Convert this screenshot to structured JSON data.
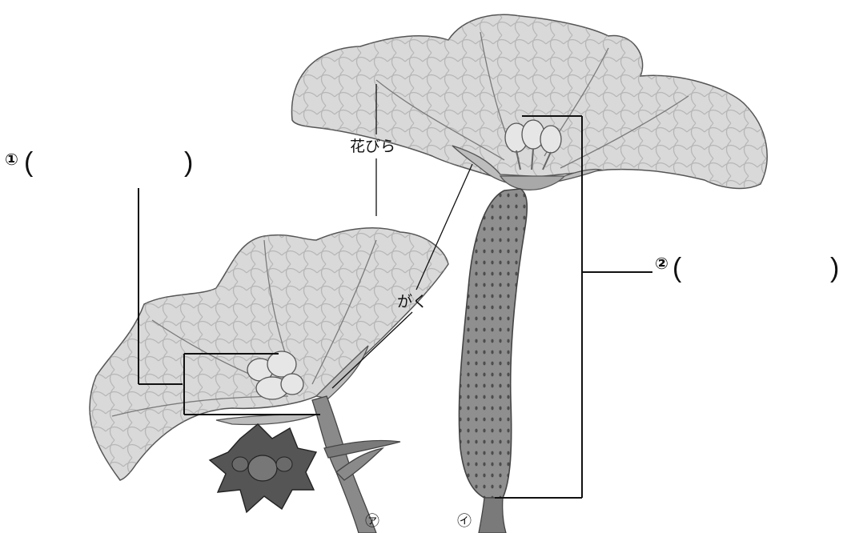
{
  "labels": {
    "petal": "花びら",
    "sepal": "がく",
    "q1_number": "①",
    "q2_number": "②",
    "open_paren": "(",
    "close_paren": ")",
    "flower_a": "㋐",
    "flower_i": "㋑"
  },
  "colors": {
    "petal_fill": "#d7d7d7",
    "petal_vein": "#8a8a8a",
    "stem_dark": "#6e6e6e",
    "ovary_fill": "#8f8f8f",
    "line": "#111111"
  }
}
